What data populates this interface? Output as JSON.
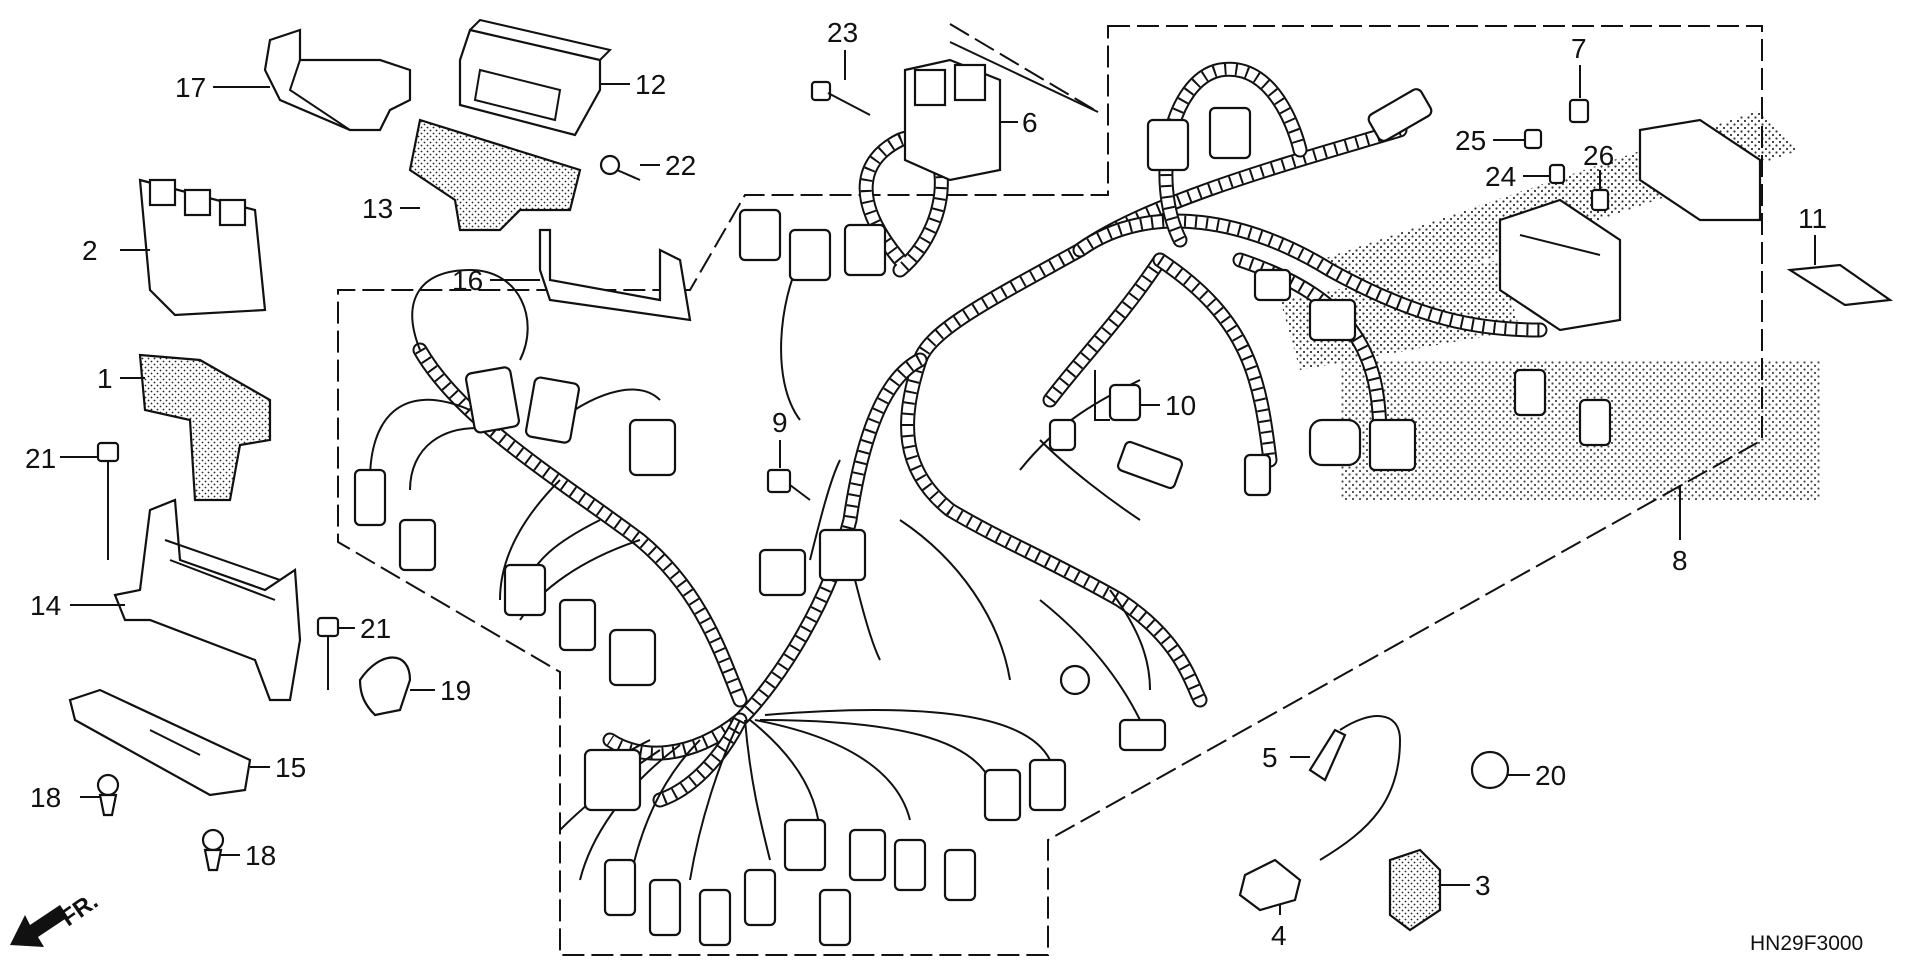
{
  "diagram_code": "HN29F3000",
  "front_marker": "FR.",
  "callouts": {
    "p1": "1",
    "p2": "2",
    "p3": "3",
    "p4": "4",
    "p5": "5",
    "p6": "6",
    "p7": "7",
    "p8": "8",
    "p9": "9",
    "p10": "10",
    "p11": "11",
    "p12": "12",
    "p13": "13",
    "p14": "14",
    "p15": "15",
    "p16": "16",
    "p17": "17",
    "p18": "18",
    "p19": "19",
    "p20": "20",
    "p21": "21",
    "p22": "22",
    "p23": "23",
    "p24": "24",
    "p25": "25",
    "p26": "26"
  },
  "icons": {
    "front_arrow": "arrow-down-left-icon"
  }
}
